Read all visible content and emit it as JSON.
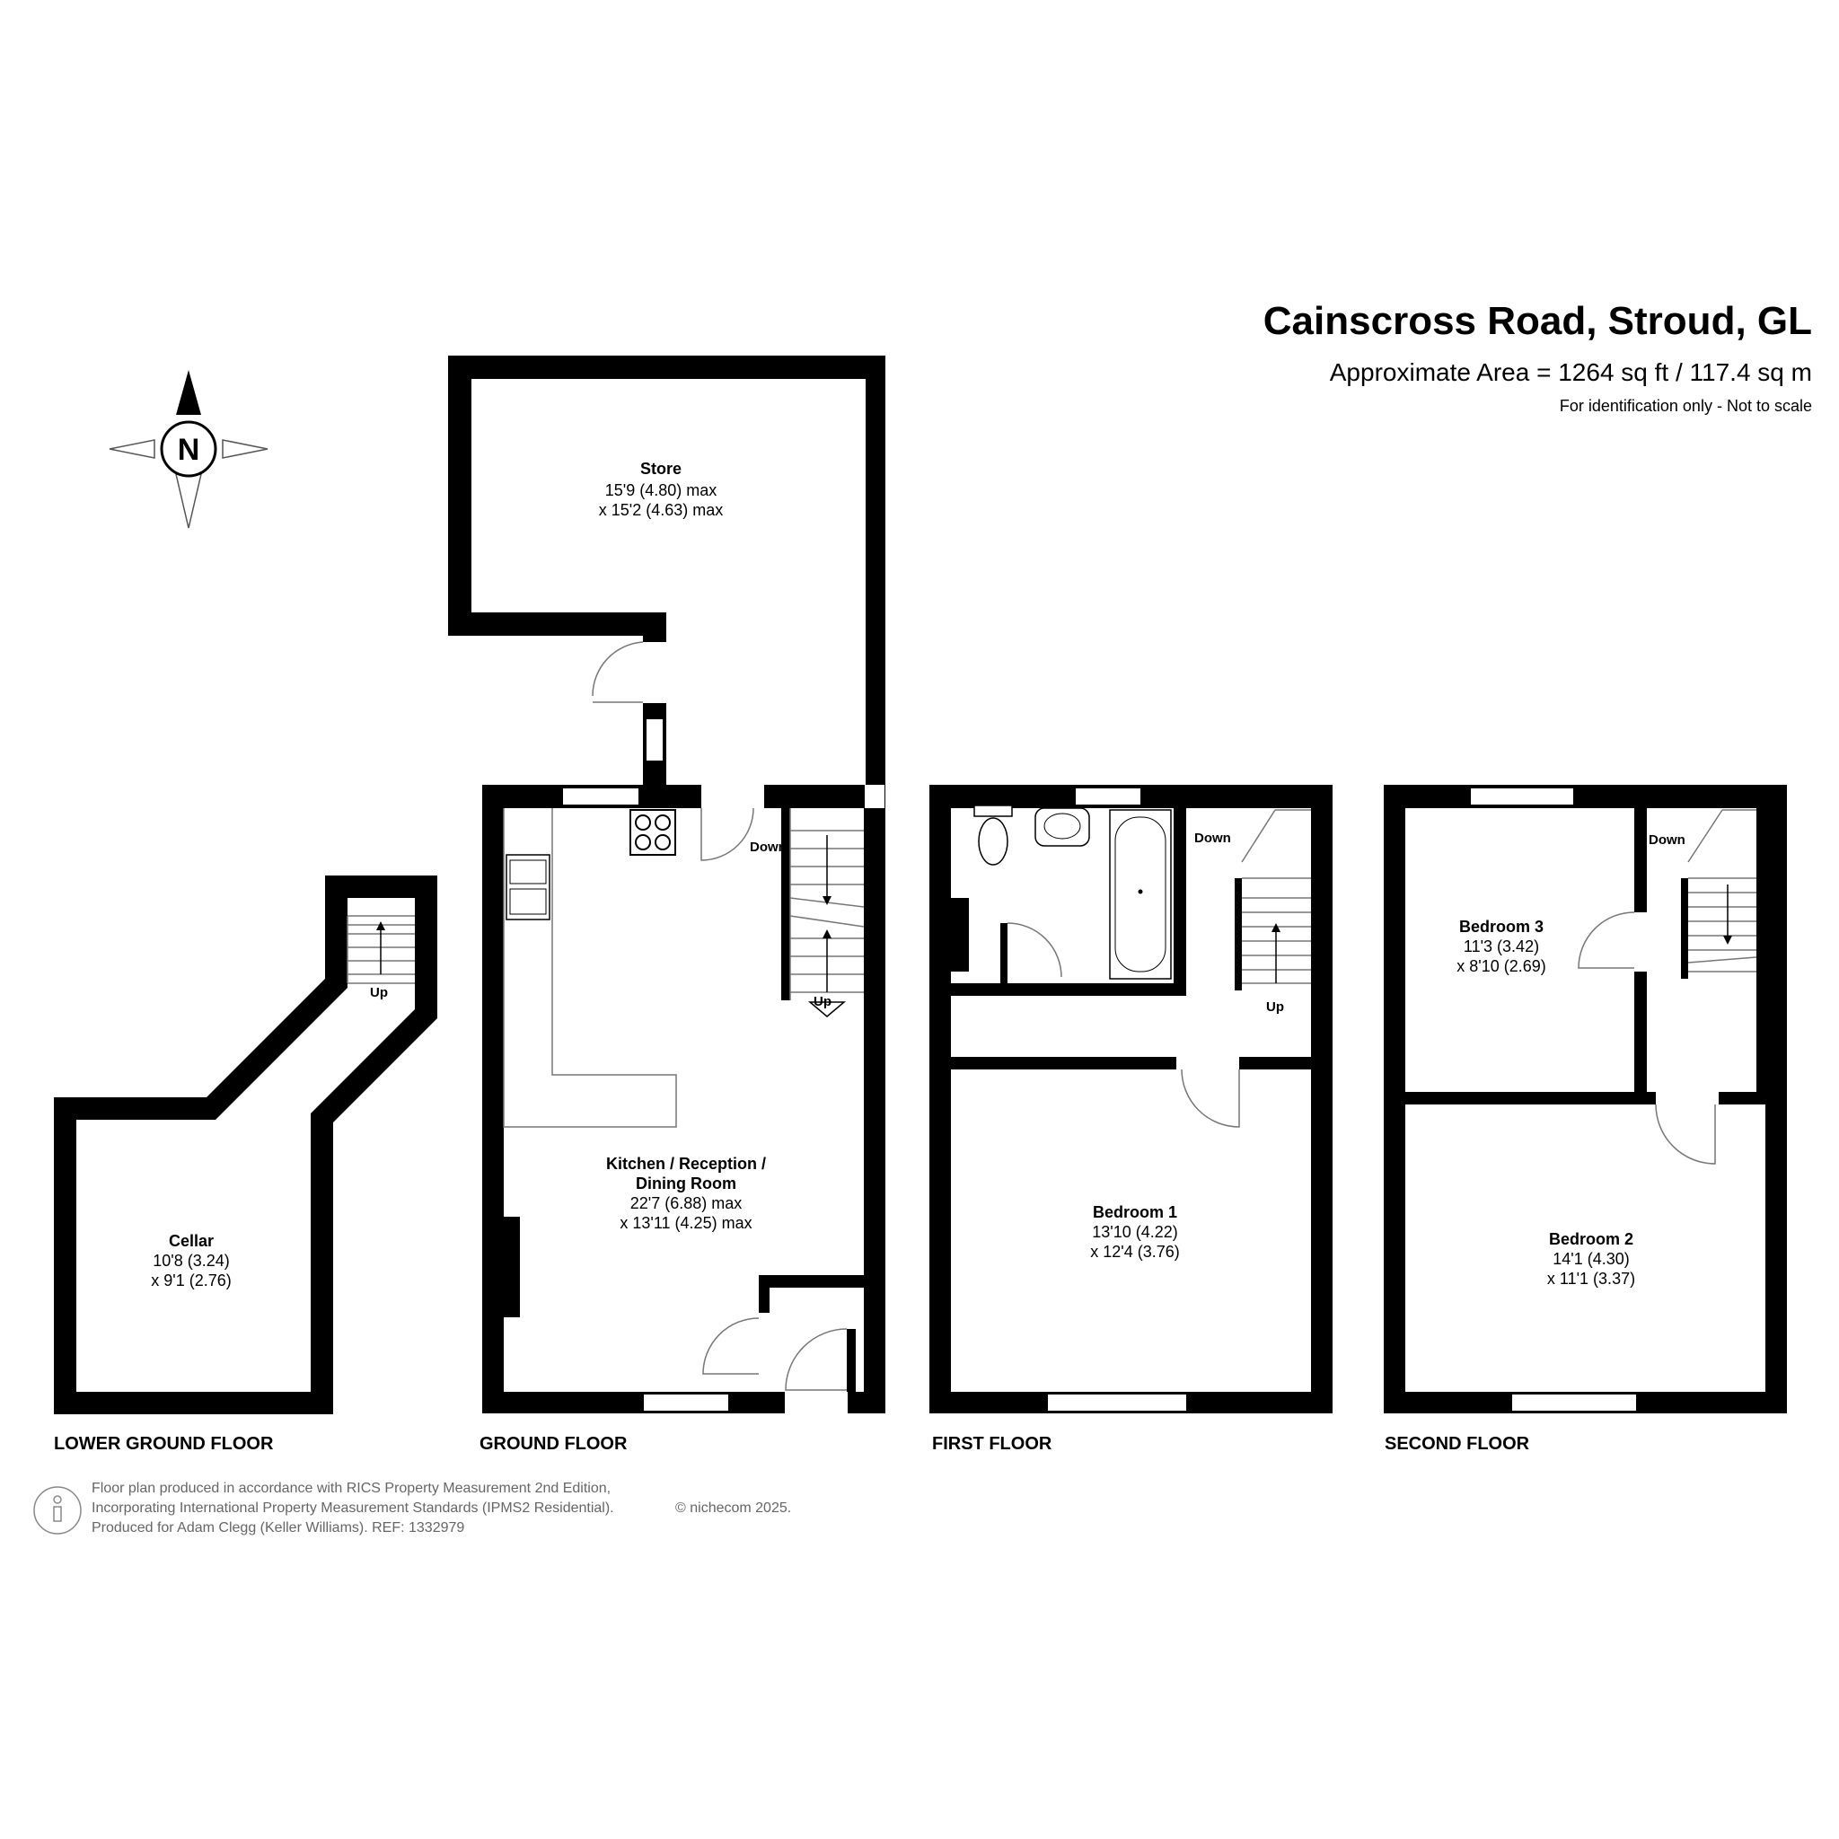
{
  "header": {
    "title": "Cainscross Road, Stroud, GL",
    "area": "Approximate Area = 1264 sq ft / 117.4 sq m",
    "note": "For identification only - Not to scale"
  },
  "compass": {
    "label": "N"
  },
  "rooms": {
    "store": {
      "name": "Store",
      "dim1": "15'9 (4.80) max",
      "dim2": "x 15'2 (4.63) max"
    },
    "kitchen": {
      "name1": "Kitchen / Reception /",
      "name2": "Dining Room",
      "dim1": "22'7 (6.88) max",
      "dim2": "x 13'11 (4.25) max"
    },
    "cellar": {
      "name": "Cellar",
      "dim1": "10'8 (3.24)",
      "dim2": "x 9'1 (2.76)"
    },
    "bedroom1": {
      "name": "Bedroom 1",
      "dim1": "13'10 (4.22)",
      "dim2": "x 12'4 (3.76)"
    },
    "bedroom2": {
      "name": "Bedroom 2",
      "dim1": "14'1 (4.30)",
      "dim2": "x 11'1 (3.37)"
    },
    "bedroom3": {
      "name": "Bedroom 3",
      "dim1": "11'3 (3.42)",
      "dim2": "x 8'10 (2.69)"
    }
  },
  "stairs": {
    "up": "Up",
    "down": "Down"
  },
  "floors": {
    "lower_ground": "LOWER GROUND FLOOR",
    "ground": "GROUND FLOOR",
    "first": "FIRST FLOOR",
    "second": "SECOND FLOOR"
  },
  "footer": {
    "line1": "Floor plan produced in accordance with RICS Property Measurement 2nd Edition,",
    "line2": "Incorporating International Property Measurement Standards (IPMS2 Residential).",
    "line3": "Produced for Adam Clegg (Keller Williams).   REF: 1332979",
    "copyright": "© nichecom 2025."
  }
}
